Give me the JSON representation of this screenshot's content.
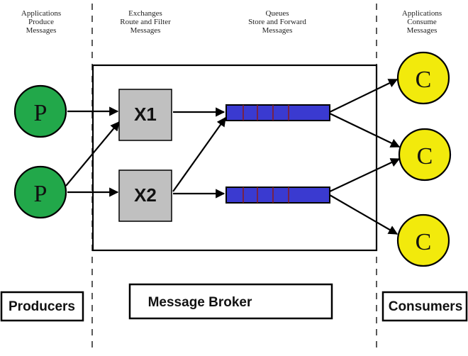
{
  "headers": {
    "producers": [
      "Applications",
      "Produce",
      "Messages"
    ],
    "exchanges": [
      "Exchanges",
      "Route and Filter",
      "Messages"
    ],
    "queues": [
      "Queues",
      "Store and Forward",
      "Messages"
    ],
    "consumers": [
      "Applications",
      "Consume",
      "Messages"
    ]
  },
  "producers": [
    "P",
    "P"
  ],
  "exchanges": [
    "X1",
    "X2"
  ],
  "consumers": [
    "C",
    "C",
    "C"
  ],
  "footer": {
    "producers": "Producers",
    "broker": "Message Broker",
    "consumers": "Consumers"
  },
  "colors": {
    "producer": "#22a84a",
    "consumer": "#f2ea0c",
    "exchange": "#c0c0c0",
    "queue": "#3a3ad0",
    "queue_divider": "#8b1a1a"
  }
}
